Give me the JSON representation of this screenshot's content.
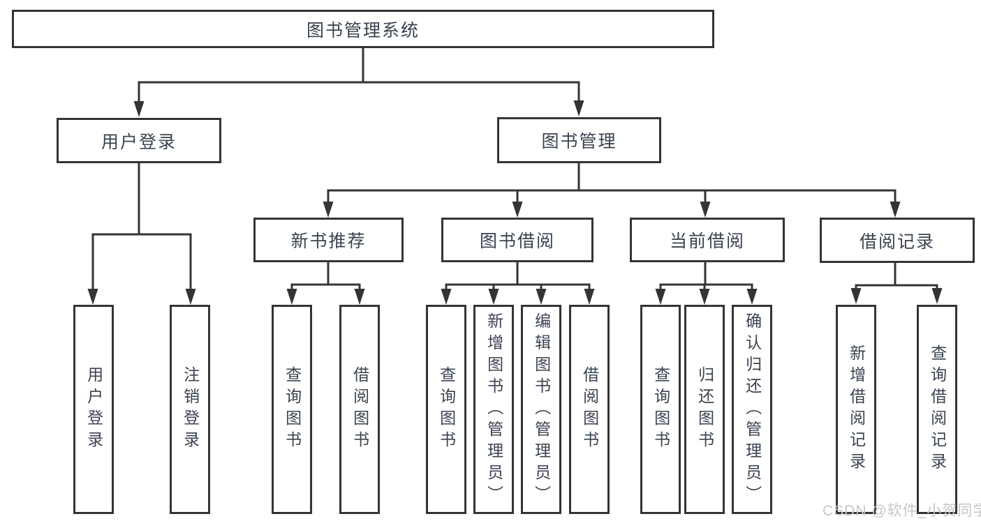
{
  "colors": {
    "line": "#343434",
    "box_border": "#343434",
    "node_text": "#3a4350",
    "background": "#ffffff",
    "watermark_text_color": "#c6c6c6"
  },
  "watermark": {
    "text": "CSDN @软件_小贺同学"
  },
  "tree": {
    "root": {
      "label": "图书管理系统"
    },
    "branches": [
      {
        "label": "用户登录",
        "children": [
          {
            "label": "用户登录"
          },
          {
            "label": "注销登录"
          }
        ]
      },
      {
        "label": "图书管理",
        "children": [
          {
            "label": "新书推荐",
            "children": [
              {
                "label": "查询图书"
              },
              {
                "label": "借阅图书"
              }
            ]
          },
          {
            "label": "图书借阅",
            "children": [
              {
                "label": "查询图书"
              },
              {
                "label": "新增图书（管理员）"
              },
              {
                "label": "编辑图书（管理员）"
              },
              {
                "label": "借阅图书"
              }
            ]
          },
          {
            "label": "当前借阅",
            "children": [
              {
                "label": "查询图书"
              },
              {
                "label": "归还图书"
              },
              {
                "label": "确认归还（管理员）"
              }
            ]
          },
          {
            "label": "借阅记录",
            "children": [
              {
                "label": "新增借阅记录"
              },
              {
                "label": "查询借阅记录"
              }
            ]
          }
        ]
      }
    ]
  }
}
